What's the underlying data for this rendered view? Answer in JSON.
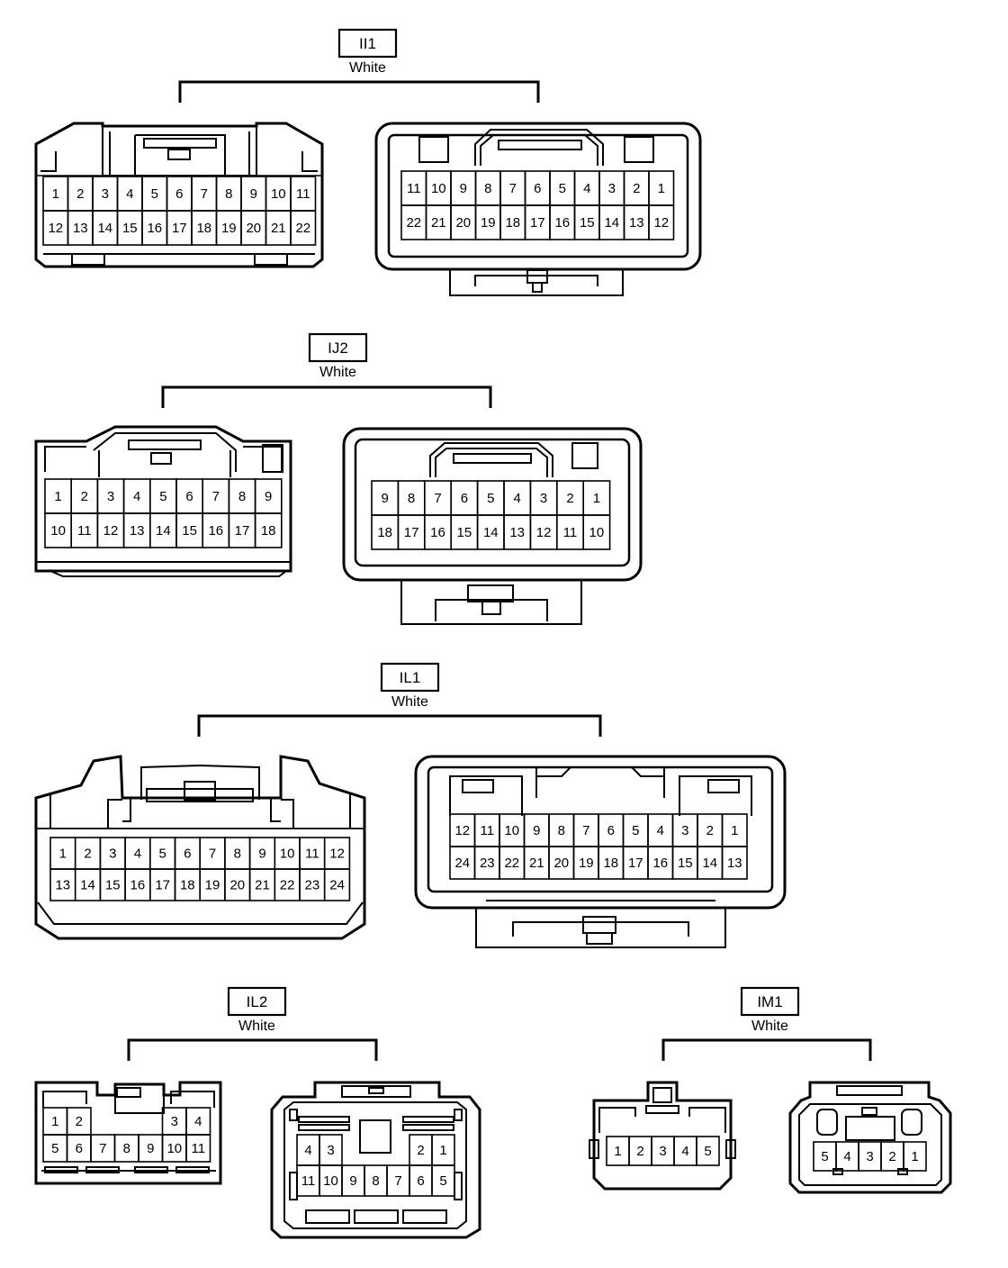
{
  "connectors": [
    {
      "code": "II1",
      "color": "White",
      "male": {
        "rows": [
          [
            "1",
            "2",
            "3",
            "4",
            "5",
            "6",
            "7",
            "8",
            "9",
            "10",
            "11"
          ],
          [
            "12",
            "13",
            "14",
            "15",
            "16",
            "17",
            "18",
            "19",
            "20",
            "21",
            "22"
          ]
        ]
      },
      "female": {
        "rows": [
          [
            "11",
            "10",
            "9",
            "8",
            "7",
            "6",
            "5",
            "4",
            "3",
            "2",
            "1"
          ],
          [
            "22",
            "21",
            "20",
            "19",
            "18",
            "17",
            "16",
            "15",
            "14",
            "13",
            "12"
          ]
        ]
      }
    },
    {
      "code": "IJ2",
      "color": "White",
      "male": {
        "rows": [
          [
            "1",
            "2",
            "3",
            "4",
            "5",
            "6",
            "7",
            "8",
            "9"
          ],
          [
            "10",
            "11",
            "12",
            "13",
            "14",
            "15",
            "16",
            "17",
            "18"
          ]
        ]
      },
      "female": {
        "rows": [
          [
            "9",
            "8",
            "7",
            "6",
            "5",
            "4",
            "3",
            "2",
            "1"
          ],
          [
            "18",
            "17",
            "16",
            "15",
            "14",
            "13",
            "12",
            "11",
            "10"
          ]
        ]
      }
    },
    {
      "code": "IL1",
      "color": "White",
      "male": {
        "rows": [
          [
            "1",
            "2",
            "3",
            "4",
            "5",
            "6",
            "7",
            "8",
            "9",
            "10",
            "11",
            "12"
          ],
          [
            "13",
            "14",
            "15",
            "16",
            "17",
            "18",
            "19",
            "20",
            "21",
            "22",
            "23",
            "24"
          ]
        ]
      },
      "female": {
        "rows": [
          [
            "12",
            "11",
            "10",
            "9",
            "8",
            "7",
            "6",
            "5",
            "4",
            "3",
            "2",
            "1"
          ],
          [
            "24",
            "23",
            "22",
            "21",
            "20",
            "19",
            "18",
            "17",
            "16",
            "15",
            "14",
            "13"
          ]
        ]
      }
    },
    {
      "code": "IL2",
      "color": "White",
      "male": {
        "rows": [
          [
            "1",
            "2",
            "",
            "",
            "",
            "3",
            "4"
          ],
          [
            "5",
            "6",
            "7",
            "8",
            "9",
            "10",
            "11"
          ]
        ]
      },
      "female": {
        "rows": [
          [
            "4",
            "3",
            "",
            "",
            "",
            "2",
            "1"
          ],
          [
            "11",
            "10",
            "9",
            "8",
            "7",
            "6",
            "5"
          ]
        ]
      }
    },
    {
      "code": "IM1",
      "color": "White",
      "male": {
        "rows": [
          [
            "1",
            "2",
            "3",
            "4",
            "5"
          ]
        ]
      },
      "female": {
        "rows": [
          [
            "5",
            "4",
            "3",
            "2",
            "1"
          ]
        ]
      }
    }
  ]
}
